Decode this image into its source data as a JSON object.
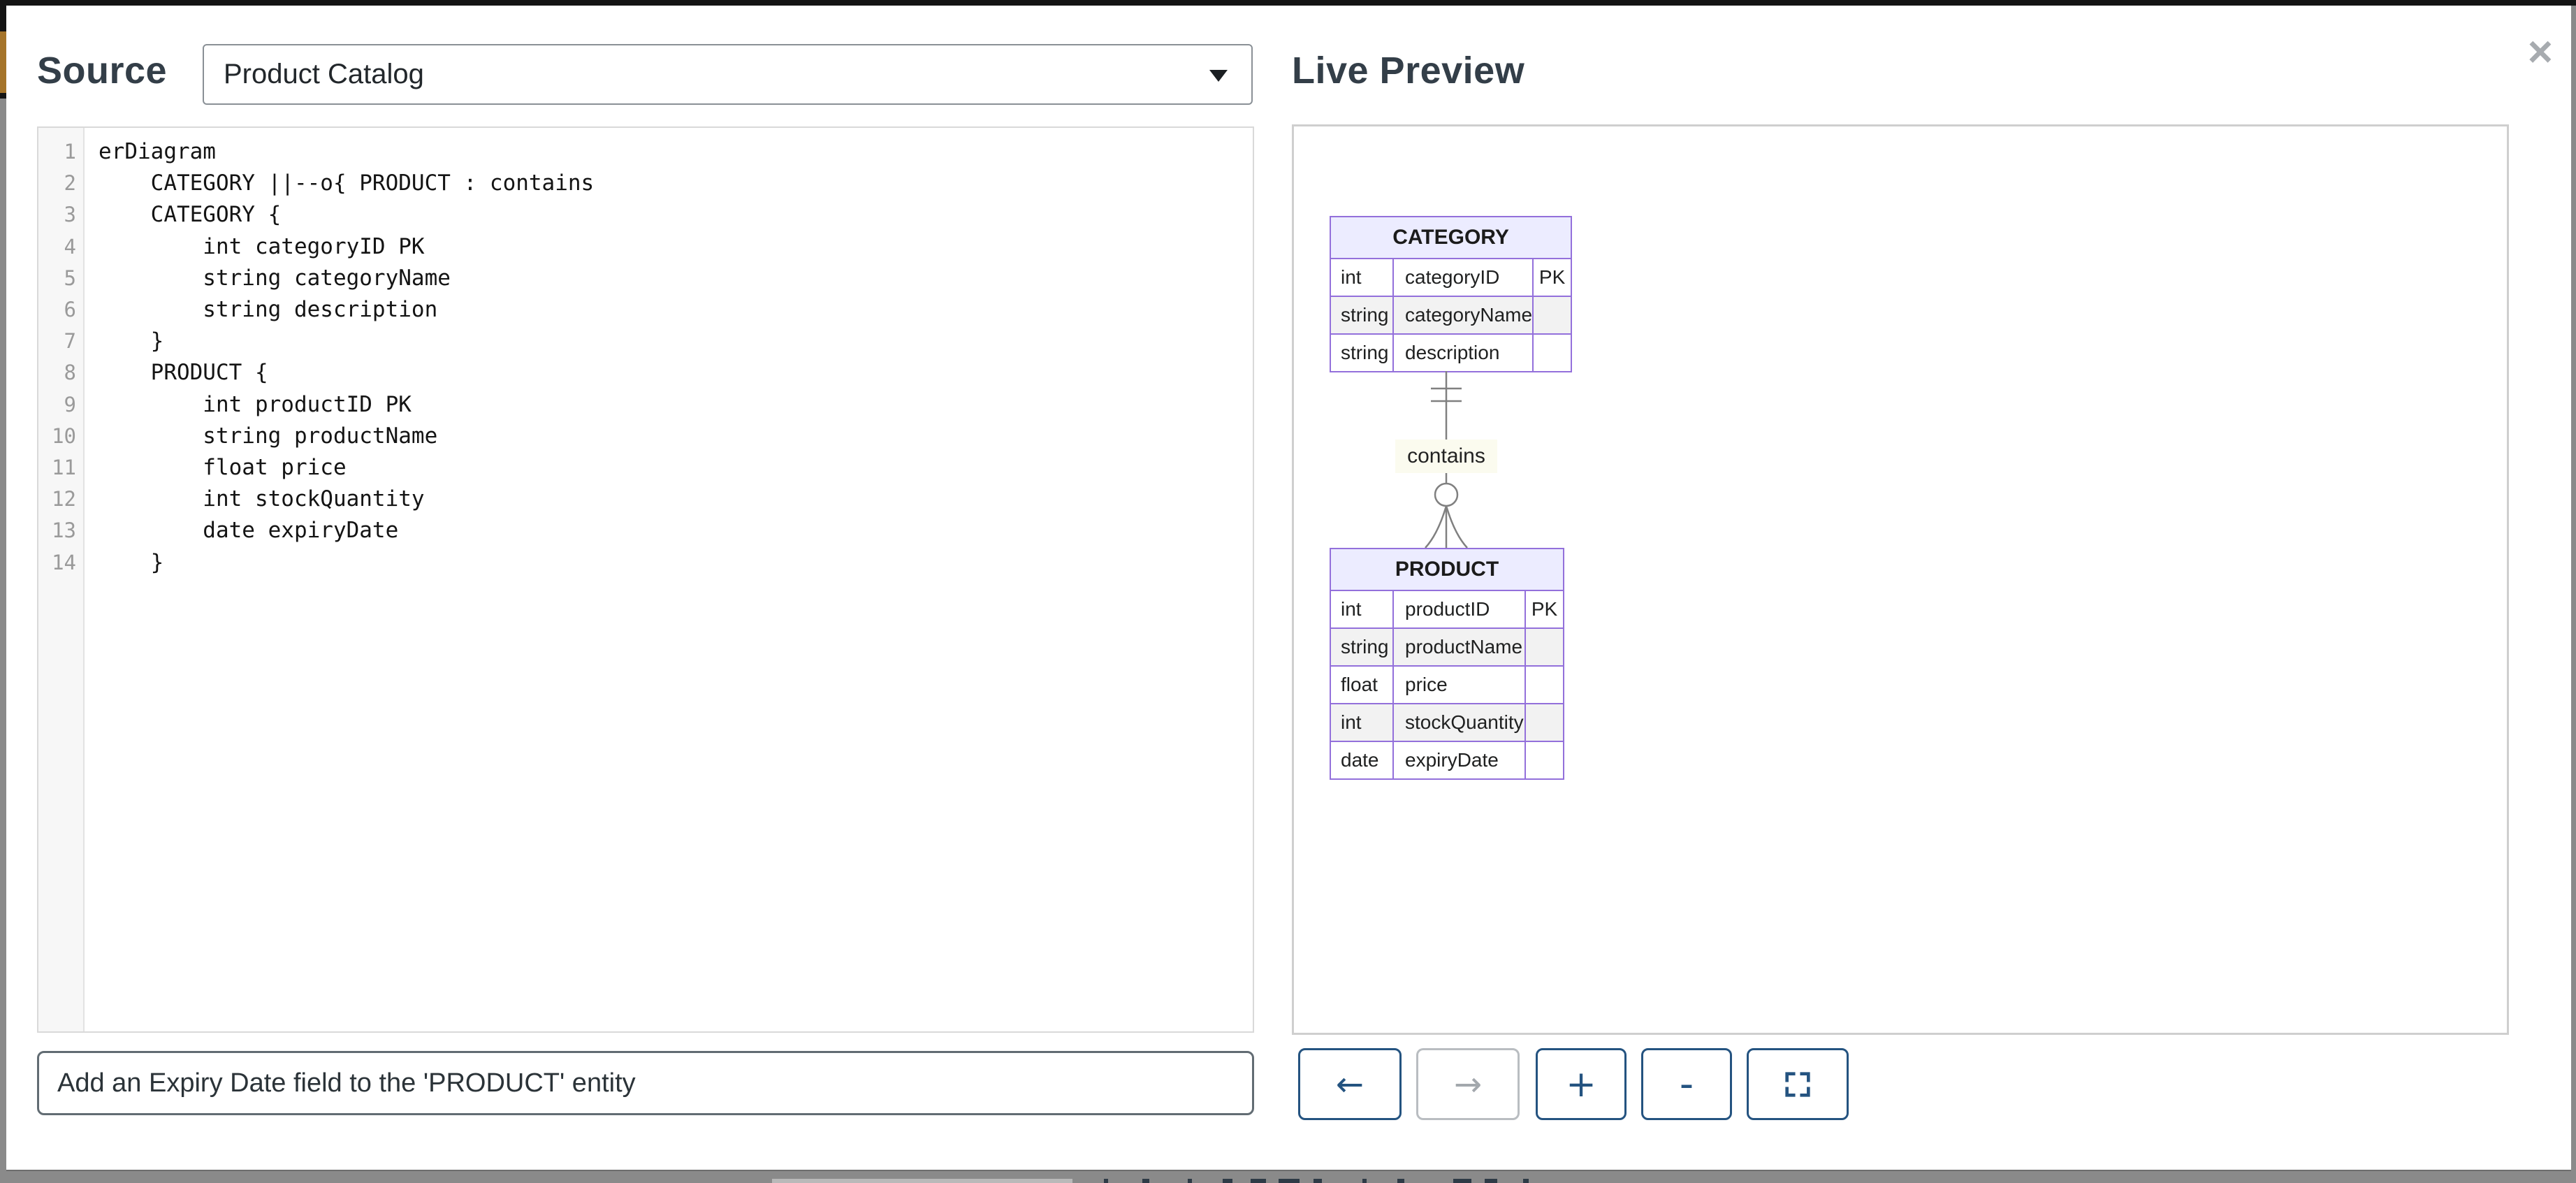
{
  "modal": {
    "source": {
      "title": "Source",
      "diagram_select": {
        "value": "Product Catalog"
      },
      "editor_lines": [
        "erDiagram",
        "    CATEGORY ||--o{ PRODUCT : contains",
        "    CATEGORY {",
        "        int categoryID PK",
        "        string categoryName",
        "        string description",
        "    }",
        "    PRODUCT {",
        "        int productID PK",
        "        string productName",
        "        float price",
        "        int stockQuantity",
        "        date expiryDate",
        "    }"
      ],
      "prompt_input_value": "Add an Expiry Date field to the 'PRODUCT' entity"
    },
    "preview": {
      "title": "Live Preview",
      "close_icon": "×",
      "er_diagram": {
        "entities": [
          {
            "name": "CATEGORY",
            "attributes": [
              {
                "type": "int",
                "name": "categoryID",
                "key": "PK"
              },
              {
                "type": "string",
                "name": "categoryName",
                "key": ""
              },
              {
                "type": "string",
                "name": "description",
                "key": ""
              }
            ]
          },
          {
            "name": "PRODUCT",
            "attributes": [
              {
                "type": "int",
                "name": "productID",
                "key": "PK"
              },
              {
                "type": "string",
                "name": "productName",
                "key": ""
              },
              {
                "type": "float",
                "name": "price",
                "key": ""
              },
              {
                "type": "int",
                "name": "stockQuantity",
                "key": ""
              },
              {
                "type": "date",
                "name": "expiryDate",
                "key": ""
              }
            ]
          }
        ],
        "relationship": {
          "from": "CATEGORY",
          "to": "PRODUCT",
          "label": "contains",
          "from_cardinality": "exactly-one",
          "to_cardinality": "zero-or-many"
        }
      },
      "controls": {
        "back_icon": "←",
        "forward_icon": "→",
        "zoom_in_icon": "+",
        "zoom_out_icon": "-"
      }
    },
    "colors": {
      "entity_border": "#9370db",
      "entity_header_bg": "#ececff",
      "attribute_alt_bg": "#f2f2f2",
      "relationship_line": "#808080",
      "relationship_label_bg": "#fbfbef",
      "button_active": "#245380",
      "button_disabled": "#b9bdc1",
      "heading_text": "#333e48"
    }
  }
}
